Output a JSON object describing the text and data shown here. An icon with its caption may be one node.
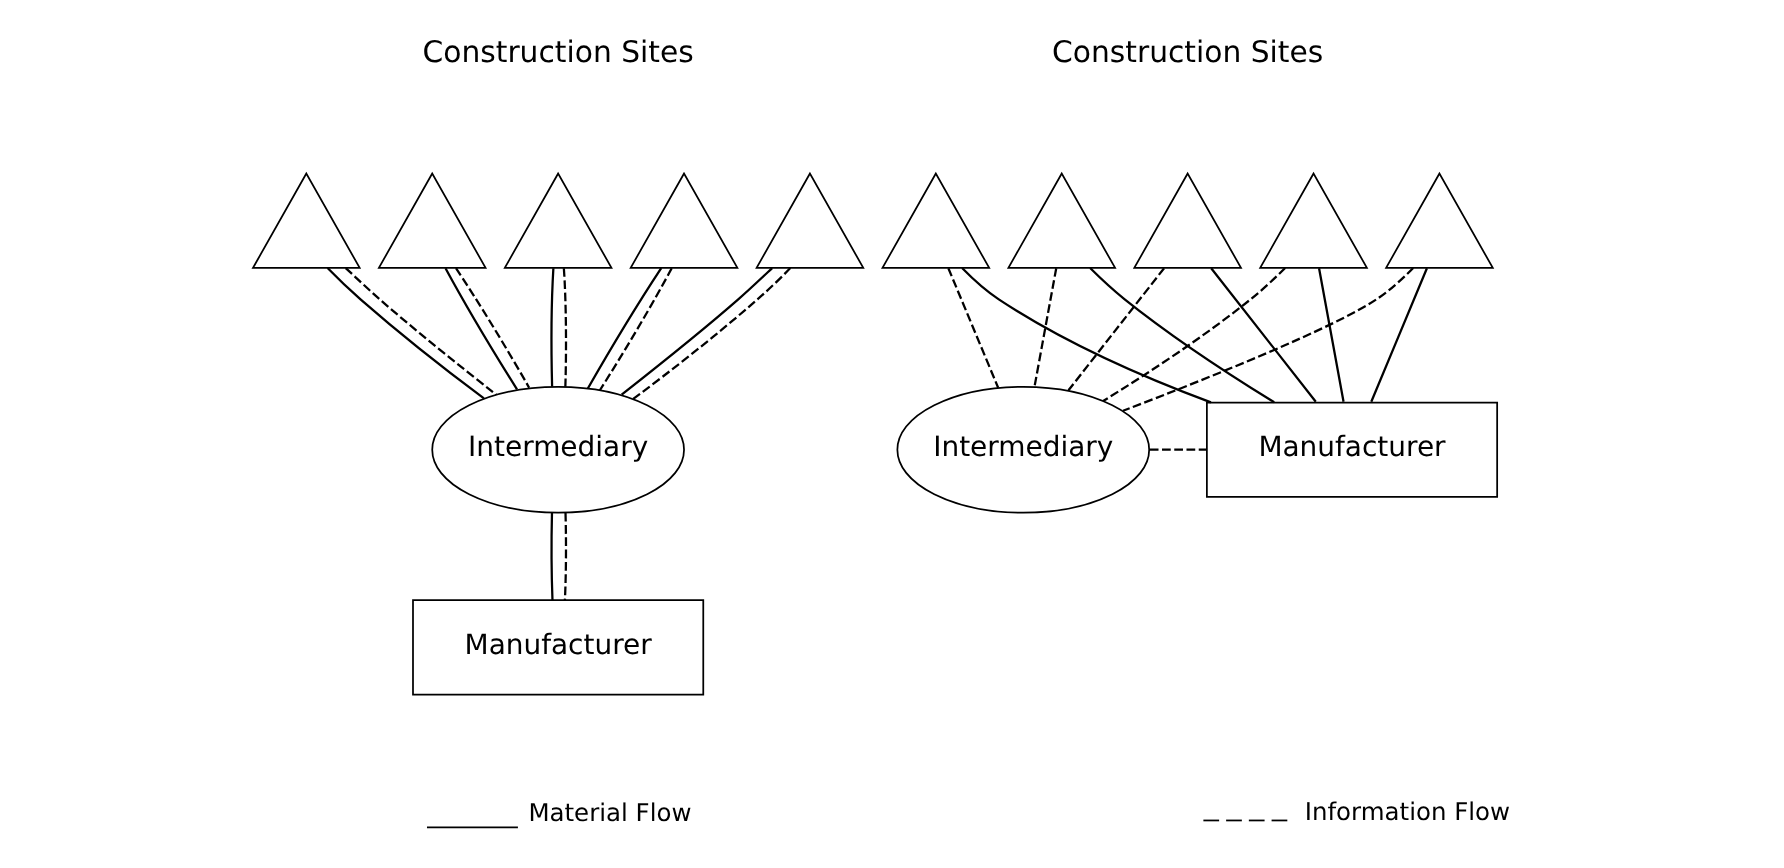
{
  "diagram": {
    "nodes": [
      {
        "text": [],
        "shape": "triangle"
      },
      {
        "text": [],
        "shape": "triangle"
      },
      {
        "text": [],
        "shape": "triangle"
      },
      {
        "text": [],
        "shape": "triangle"
      },
      {
        "text": [],
        "shape": "triangle"
      },
      {
        "text": [
          "Intermediary"
        ]
      },
      {
        "text": [
          "Manufacturer"
        ]
      },
      {
        "text": [],
        "shape": "triangle"
      },
      {
        "text": [],
        "shape": "triangle"
      },
      {
        "text": [],
        "shape": "triangle"
      },
      {
        "text": [],
        "shape": "triangle"
      },
      {
        "text": [],
        "shape": "triangle"
      },
      {
        "text": [
          "Intermediary"
        ]
      },
      {
        "text": [
          "Manufacturer"
        ]
      }
    ],
    "edges": [
      {
        "from": 0,
        "to": 5,
        "arrow": "none"
      },
      {
        "from": 0,
        "to": 5,
        "arrow": "none",
        "style": "dashed"
      },
      {
        "from": 1,
        "to": 5,
        "arrow": "none"
      },
      {
        "from": 1,
        "to": 5,
        "arrow": "none",
        "style": "dashed"
      },
      {
        "from": 2,
        "to": 5,
        "arrow": "none"
      },
      {
        "from": 2,
        "to": 5,
        "arrow": "none",
        "style": "dashed"
      },
      {
        "from": 3,
        "to": 5,
        "arrow": "none"
      },
      {
        "from": 3,
        "to": 5,
        "arrow": "none",
        "style": "dashed"
      },
      {
        "from": 4,
        "to": 5,
        "arrow": "none"
      },
      {
        "from": 4,
        "to": 5,
        "arrow": "none",
        "style": "dashed"
      },
      {
        "from": 5,
        "to": 6,
        "arrow": "none"
      },
      {
        "from": 5,
        "to": 6,
        "arrow": "none",
        "style": "dashed"
      },
      {
        "from": 7,
        "to": 12,
        "arrow": "none",
        "style": "dashed"
      },
      {
        "from": 8,
        "to": 12,
        "arrow": "none",
        "style": "dashed"
      },
      {
        "from": 9,
        "to": 12,
        "arrow": "none",
        "style": "dashed"
      },
      {
        "from": 10,
        "to": 12,
        "arrow": "none",
        "style": "dashed"
      },
      {
        "from": 11,
        "to": 12,
        "arrow": "none",
        "style": "dashed"
      },
      {
        "from": 7,
        "to": 13,
        "arrow": "none"
      },
      {
        "from": 8,
        "to": 13,
        "arrow": "none"
      },
      {
        "from": 9,
        "to": 13,
        "arrow": "none"
      },
      {
        "from": 10,
        "to": 13,
        "arrow": "none"
      },
      {
        "from": 11,
        "to": 13,
        "arrow": "none"
      },
      {
        "from": 12,
        "to": 13,
        "arrow": "none",
        "style": "dashed"
      }
    ],
    "labels": [
      "Construction Sites",
      "Construction Sites"
    ],
    "legend": [
      {
        "text": "Material Flow"
      },
      {
        "text": "Information Flow"
      }
    ]
  }
}
